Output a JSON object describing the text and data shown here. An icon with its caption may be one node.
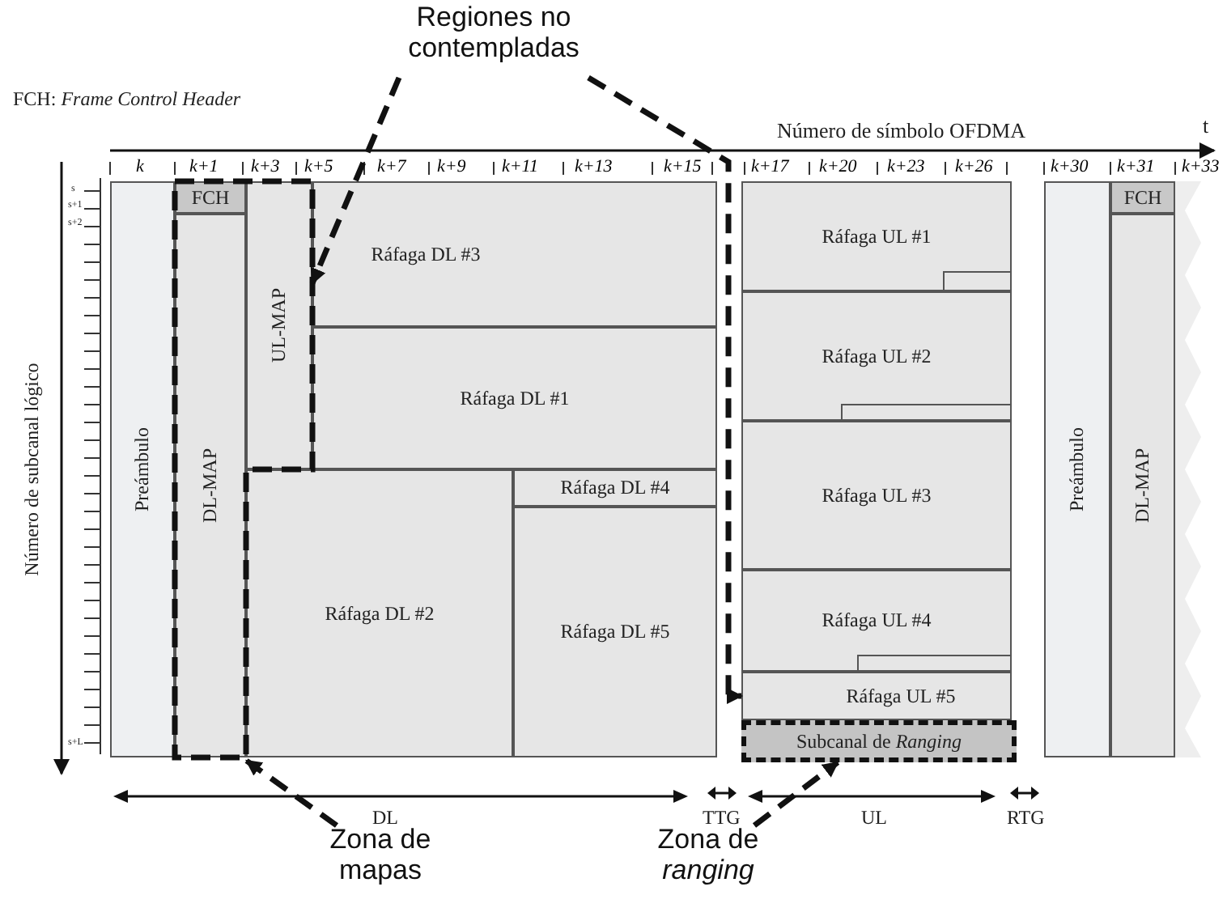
{
  "diagram": {
    "nodes": [
      {
        "text": [
          "Regiones no contempladas"
        ]
      },
      {
        "text": [
          "Preámbulo"
        ]
      },
      {
        "text": [],
        "shape": "box"
      },
      {
        "text": [
          "FCH"
        ],
        "in": 2
      },
      {
        "text": [
          "DL-MAP"
        ],
        "in": 2
      },
      {
        "text": [
          "UL-MAP"
        ],
        "in": 2
      },
      {
        "text": [
          "Ráfaga DL #3"
        ]
      },
      {
        "text": [
          "Ráfaga DL #1"
        ]
      },
      {
        "text": [
          "Ráfaga DL #4"
        ]
      },
      {
        "text": [
          "Ráfaga DL #2"
        ]
      },
      {
        "text": [
          "Ráfaga DL #5"
        ]
      },
      {
        "text": [
          "Ráfaga UL #1"
        ]
      },
      {
        "text": [
          "Ráfaga UL #2"
        ]
      },
      {
        "text": [
          "Ráfaga UL #3"
        ]
      },
      {
        "text": [
          "Ráfaga UL #4"
        ]
      },
      {
        "text": [
          "Ráfaga UL #5"
        ]
      },
      {
        "text": [
          "Subcanal de *Ranging*"
        ]
      },
      {
        "text": [
          "Preámbulo"
        ]
      },
      {
        "text": [
          "FCH"
        ]
      },
      {
        "text": [
          "DL-MAP"
        ]
      },
      {
        "text": [
          "Zona de mapas"
        ]
      },
      {
        "text": [
          "Zona de *ranging*"
        ]
      }
    ],
    "edges": [
      {
        "from": 0,
        "to": 6,
        "arrow": "to",
        "style": "dashed"
      },
      {
        "from": 0,
        "to": 15,
        "arrow": "to",
        "style": "dashed"
      },
      {
        "from": 20,
        "to": 2,
        "arrow": "to",
        "style": "dashed"
      },
      {
        "from": 21,
        "to": 16,
        "arrow": "to",
        "style": "dashed"
      }
    ],
    "labels": [
      "FCH: *Frame Control Header*",
      "Número de símbolo OFDMA",
      "t",
      "k",
      "k+1",
      "k+3",
      "k+5",
      "k+7",
      "k+9",
      "k+11",
      "k+13",
      "k+15",
      "k+17",
      "k+20",
      "k+23",
      "k+26",
      "k+30",
      "k+31",
      "k+33",
      "Número de subcanal lógico",
      "s",
      "s+1",
      "s+2",
      "s+L",
      "DL",
      "TTG",
      "UL",
      "RTG"
    ]
  }
}
